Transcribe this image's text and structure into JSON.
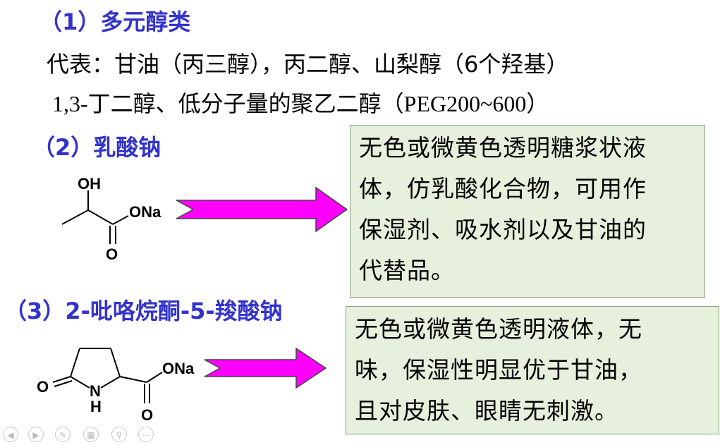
{
  "section1": {
    "heading": "（1）多元醇类",
    "line1": "代表：甘油（丙三醇），丙二醇、山梨醇（6个羟基）",
    "line2": "1,3-丁二醇、低分子量的聚乙二醇（PEG200~600）"
  },
  "section2": {
    "heading": "（2）乳酸钠",
    "structure": {
      "oh": "OH",
      "ona": "ONa",
      "o": "O"
    },
    "box_lines": [
      "无色或微黄色透明糖浆状液",
      "体，仿乳酸化合物，可用作",
      "保湿剂、吸水剂以及甘油的",
      "代替品。"
    ]
  },
  "section3": {
    "heading": "（3）2-吡咯烷酮-5-羧酸钠",
    "structure": {
      "ona": "ONa",
      "o_left": "O",
      "n": "N",
      "h": "H",
      "o_bottom": "O"
    },
    "box_lines": [
      " 无色或微黄色透明液体，无",
      "味，保湿性明显优于甘油，",
      "且对皮肤、眼睛无刺激。"
    ]
  },
  "colors": {
    "heading": "#3333cc",
    "arrow_fill": "#ff00ff",
    "box_bg": "#e6f0dc",
    "box_border": "#8aa27a"
  },
  "nav_icons": [
    "prev-icon",
    "next-icon",
    "pen-icon",
    "slides-icon",
    "zoom-icon",
    "more-icon"
  ]
}
